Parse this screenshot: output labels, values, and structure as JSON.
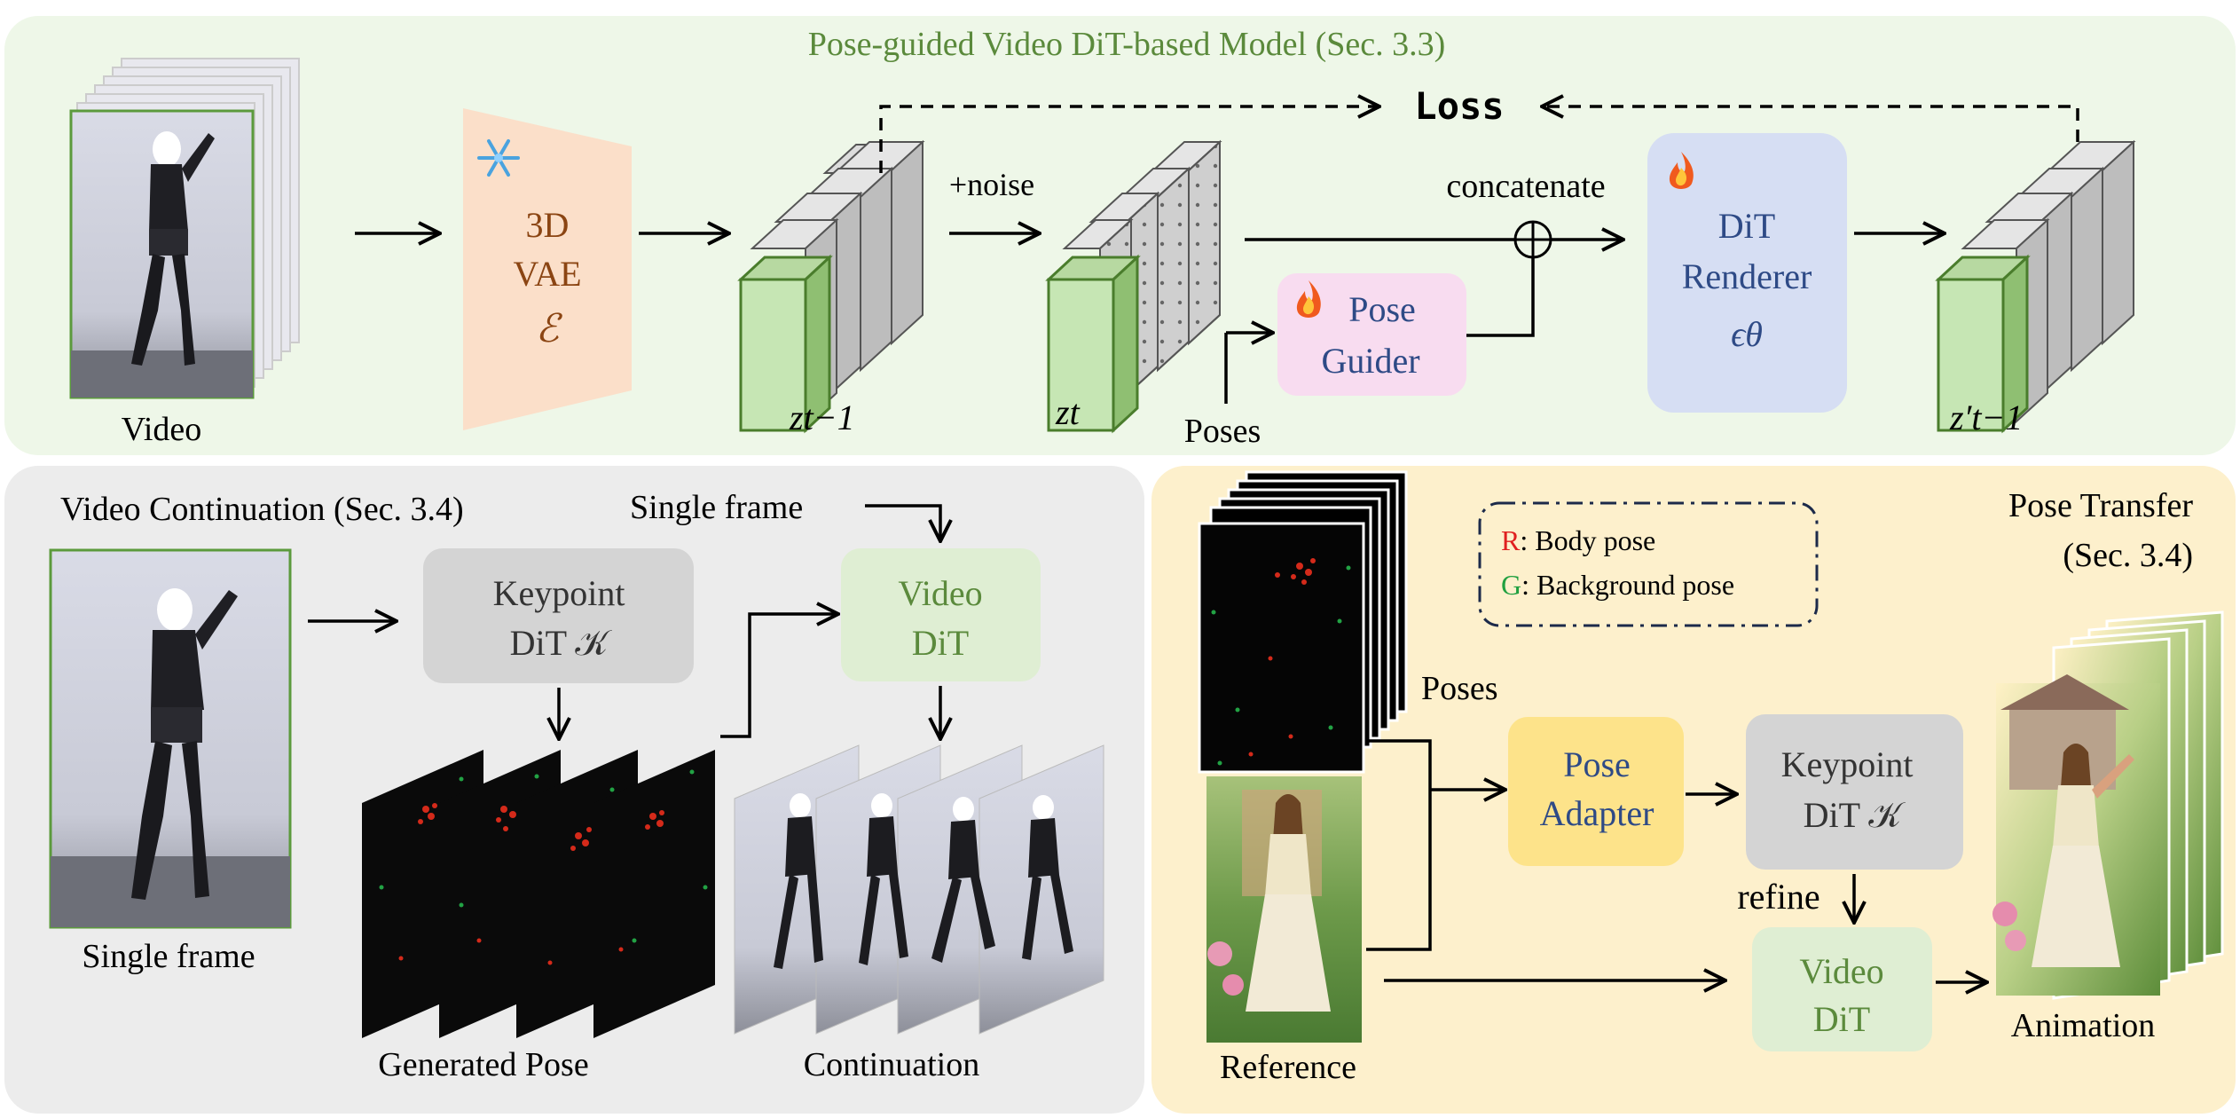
{
  "top_panel": {
    "title": "Pose-guided Video DiT-based Model (Sec. 3.3)",
    "video_label": "Video",
    "vae_line1": "3D",
    "vae_line2": "VAE",
    "vae_symbol": "ℰ",
    "loss_label": "Loss",
    "noise_label": "+noise",
    "concat_label": "concatenate",
    "pose_guider_line1": "Pose",
    "pose_guider_line2": "Guider",
    "poses_label": "Poses",
    "dit_line1": "DiT",
    "dit_line2": "Renderer",
    "dit_symbol": "ϵθ",
    "z_prev_label": "zt−1",
    "z_t_label": "zt",
    "z_out_label": "z′t−1"
  },
  "continuation_panel": {
    "title": "Video Continuation (Sec. 3.4)",
    "single_frame_input_label": "Single frame",
    "single_frame_caption": "Single frame",
    "keypoint_line1": "Keypoint",
    "keypoint_line2": "DiT 𝒦",
    "video_dit_line1": "Video",
    "video_dit_line2": "DiT",
    "generated_pose_label": "Generated Pose",
    "continuation_label": "Continuation"
  },
  "transfer_panel": {
    "title_line1": "Pose Transfer",
    "title_line2": "(Sec. 3.4)",
    "legend_r_key": "R",
    "legend_r_text": ": Body pose",
    "legend_g_key": "G",
    "legend_g_text": ": Background pose",
    "poses_label": "Poses",
    "reference_label": "Reference",
    "pose_adapter_line1": "Pose",
    "pose_adapter_line2": "Adapter",
    "keypoint_line1": "Keypoint",
    "keypoint_line2": "DiT 𝒦",
    "refine_label": "refine",
    "video_dit_line1": "Video",
    "video_dit_line2": "DiT",
    "animation_label": "Animation"
  },
  "colors": {
    "top_bg": "#eef7e8",
    "continuation_bg": "#ececec",
    "transfer_bg": "#fdf0cc",
    "title_green": "#5b8a3c",
    "vae_brown": "#8b4513",
    "latent_green": "#c6e6b4",
    "latent_border": "#4a7d2c",
    "dit_blue": "#2e4a86",
    "legend_red": "#e02020",
    "legend_green": "#20a040"
  }
}
